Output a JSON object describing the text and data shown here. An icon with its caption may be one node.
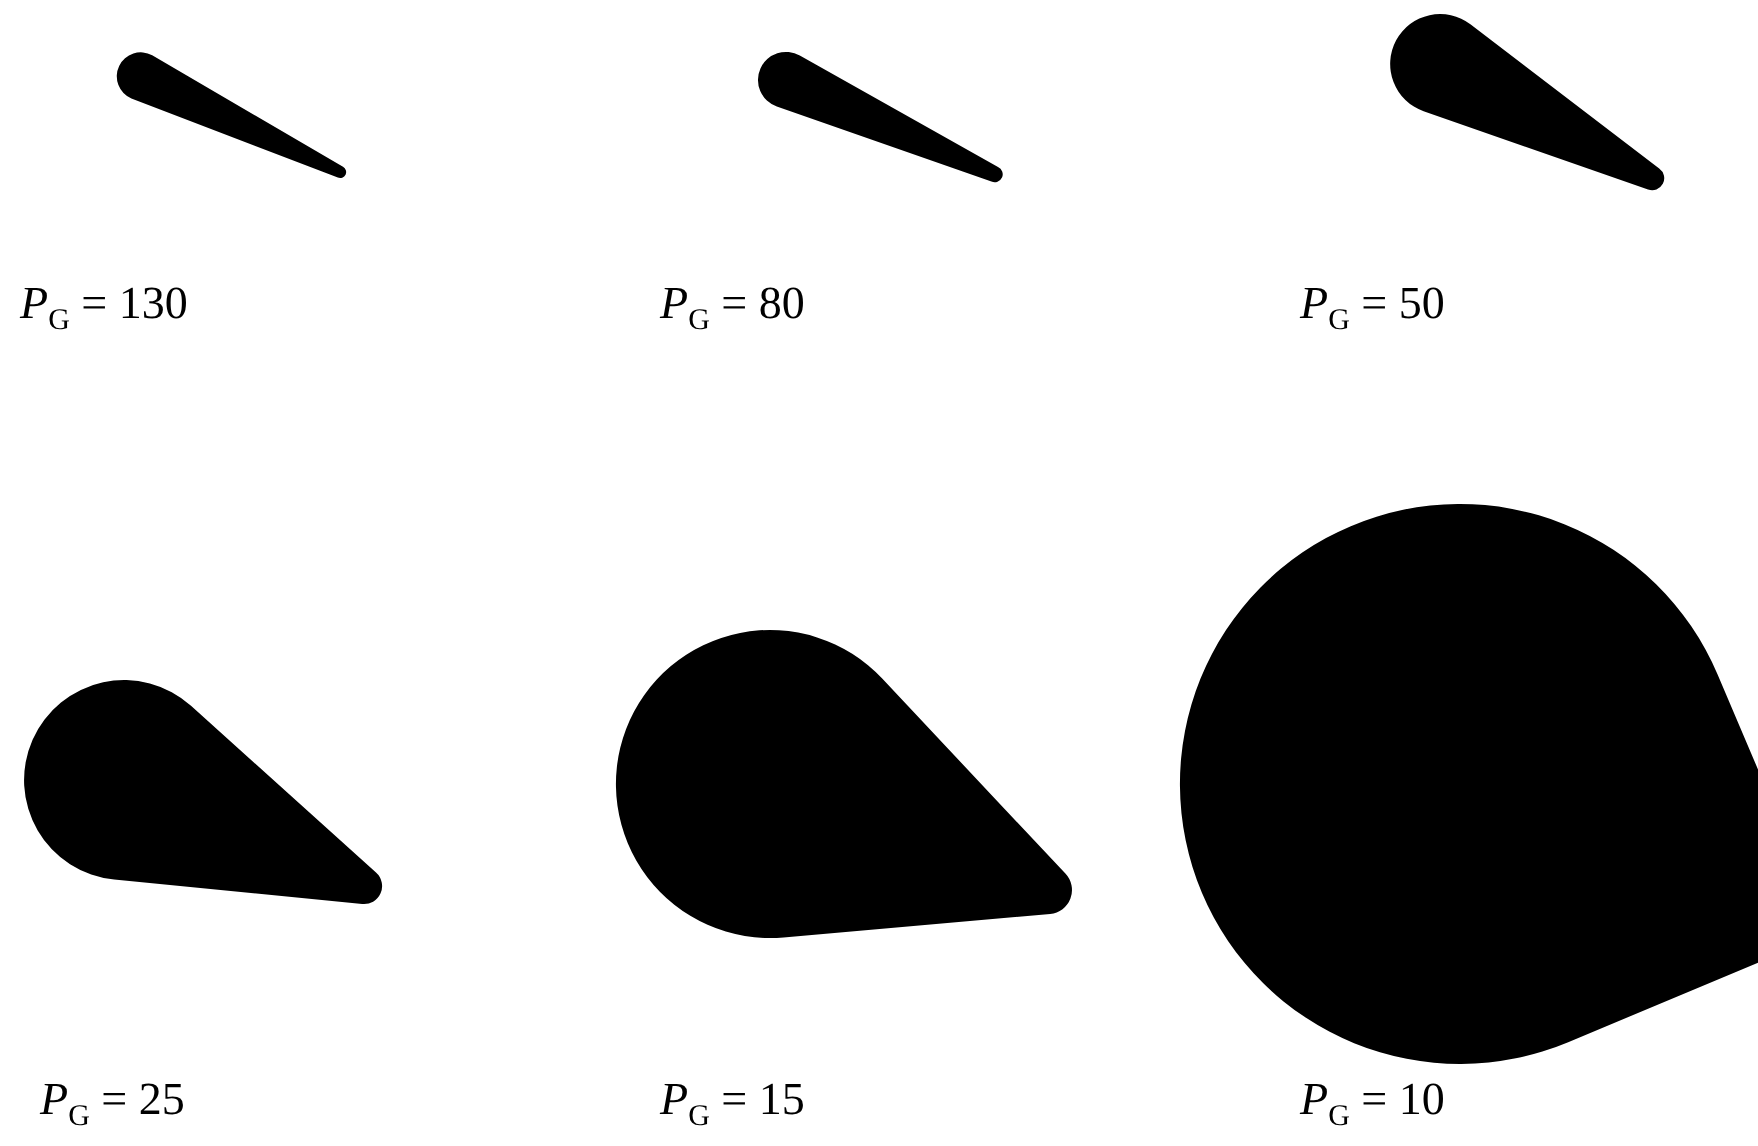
{
  "diagram": {
    "nodes": [
      {
        "text": [],
        "shape": "drop",
        "beside": [
          "*P*$_{G}$ = 130"
        ]
      },
      {
        "text": [],
        "shape": "drop",
        "beside": [
          "*P*$_{G}$ = 80"
        ]
      },
      {
        "text": [],
        "shape": "drop",
        "beside": [
          "*P*$_{G}$ = 50"
        ]
      },
      {
        "text": [],
        "shape": "drop",
        "beside": [
          "*P*$_{G}$ = 25"
        ]
      },
      {
        "text": [],
        "shape": "drop",
        "beside": [
          "*P*$_{G}$ = 15"
        ]
      },
      {
        "text": [],
        "shape": "drop",
        "beside": [
          "*P*$_{G}$ = 10"
        ]
      }
    ]
  }
}
